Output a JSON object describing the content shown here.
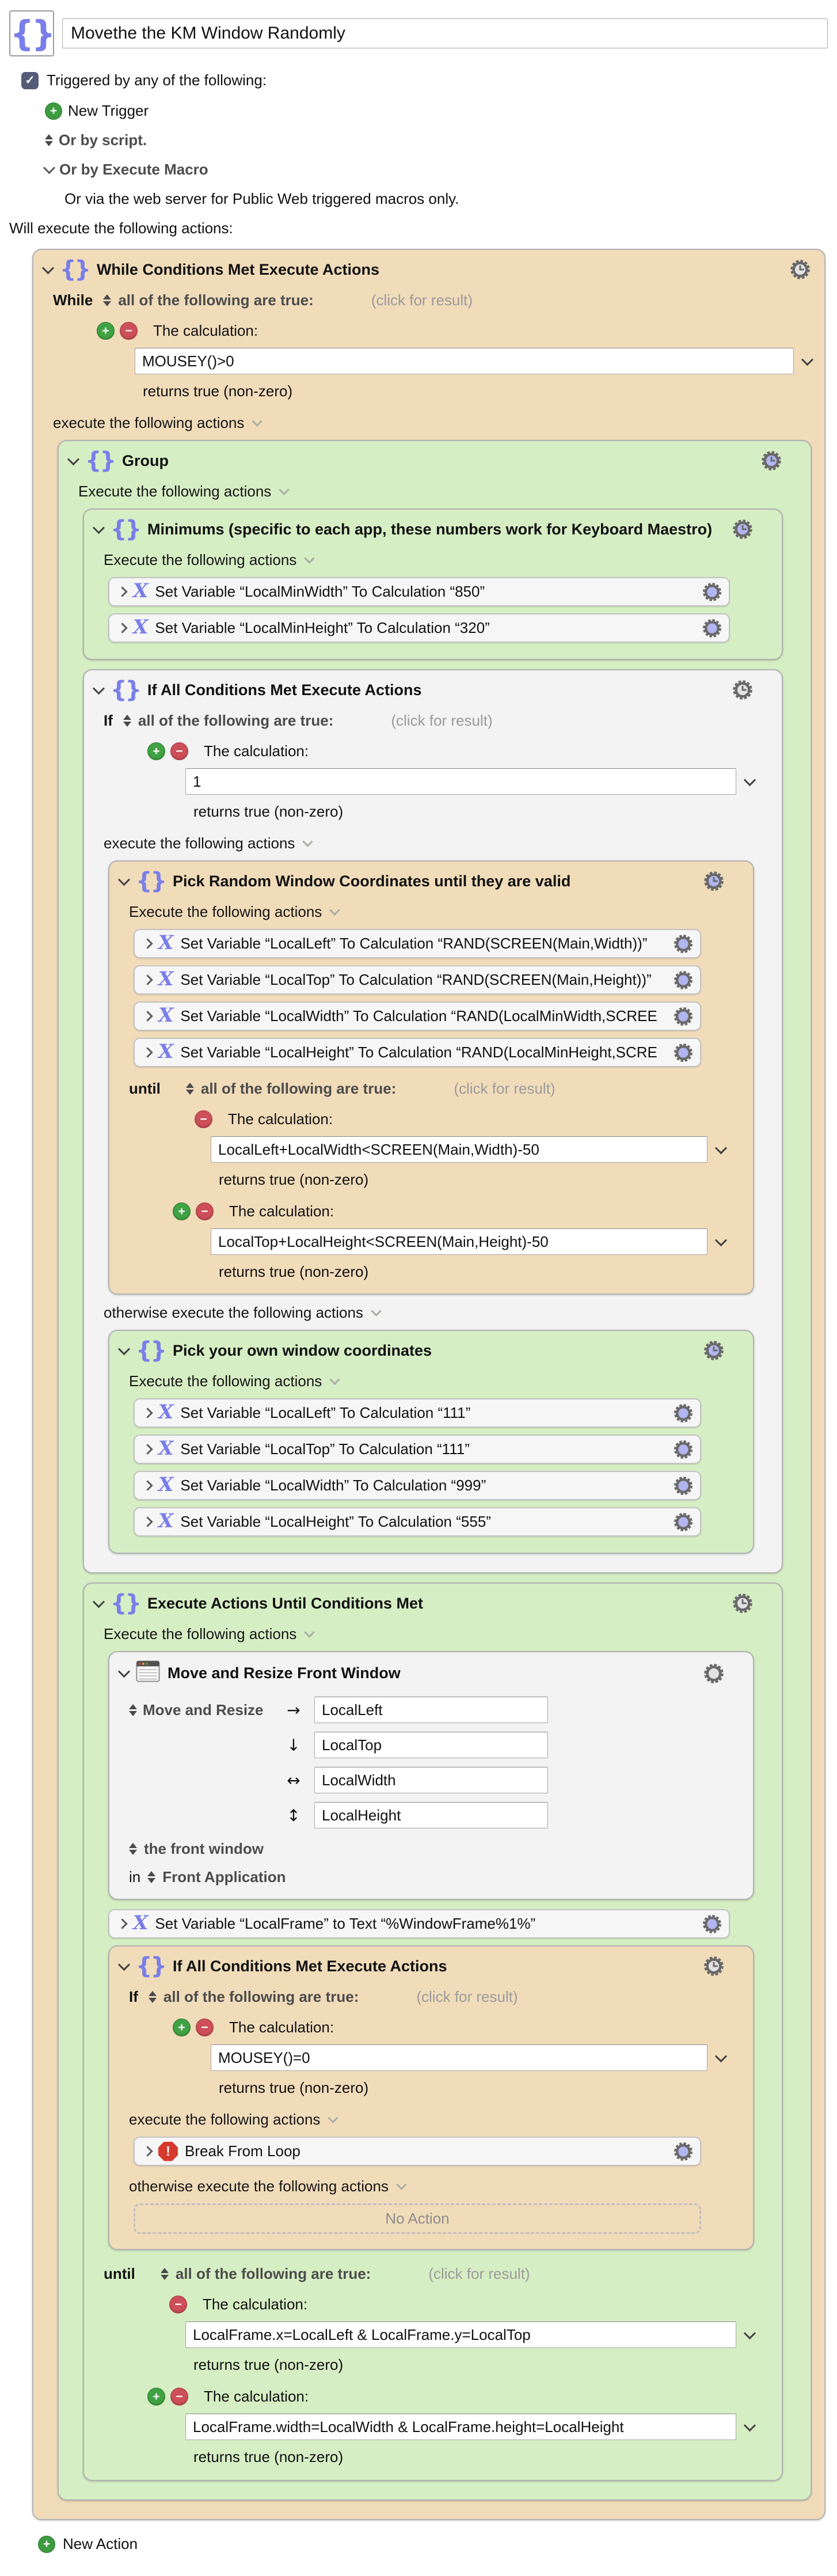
{
  "header": {
    "macro_name": "Movethe the KM Window Randomly",
    "triggered_label": "Triggered by any of the following:",
    "new_trigger_label": "New Trigger",
    "or_by_script_label": "Or by script.",
    "or_by_execute_label": "Or by Execute Macro",
    "web_server_note": "Or via the web server for Public Web triggered macros only.",
    "will_execute_label": "Will execute the following actions:"
  },
  "labels": {
    "while_word": "While",
    "if_word": "If",
    "until_word": "until",
    "in_word": "in",
    "all_true": "all of the following are true:",
    "click_for_result": "(click for result)",
    "the_calculation": "The calculation:",
    "returns_true": "returns true (non-zero)",
    "execute_following_cap": "Execute the following actions",
    "execute_following": "execute the following actions",
    "otherwise_execute": "otherwise execute the following actions",
    "no_action": "No Action"
  },
  "blocks": {
    "while_block": {
      "title": "While Conditions Met Execute Actions",
      "calc": "MOUSEY()>0"
    },
    "group_block": {
      "title": "Group"
    },
    "minimums_block": {
      "title": "Minimums (specific to each app, these numbers work for Keyboard Maestro)",
      "actions": [
        "Set Variable “LocalMinWidth” To Calculation “850”",
        "Set Variable “LocalMinHeight” To Calculation “320”"
      ]
    },
    "if_block_1": {
      "title": "If All Conditions Met Execute Actions",
      "calc": "1"
    },
    "pick_random_block": {
      "title": "Pick Random Window Coordinates until they are valid",
      "actions": [
        "Set Variable “LocalLeft” To Calculation “RAND(SCREEN(Main,Width))”",
        "Set Variable “LocalTop” To Calculation “RAND(SCREEN(Main,Height))”",
        "Set Variable “LocalWidth” To Calculation “RAND(LocalMinWidth,SCREEN…",
        "Set Variable “LocalHeight” To Calculation “RAND(LocalMinHeight,SCREE…"
      ],
      "until_calc_1": "LocalLeft+LocalWidth<SCREEN(Main,Width)-50",
      "until_calc_2": "LocalTop+LocalHeight<SCREEN(Main,Height)-50"
    },
    "pick_own_block": {
      "title": "Pick your own window coordinates",
      "actions": [
        "Set Variable “LocalLeft” To Calculation “111”",
        "Set Variable “LocalTop” To Calculation “111”",
        "Set Variable “LocalWidth” To Calculation “999”",
        "Set Variable “LocalHeight” To Calculation “555”"
      ]
    },
    "execute_until_block": {
      "title": "Execute Actions Until Conditions Met",
      "until_calc_1": "LocalFrame.x=LocalLeft & LocalFrame.y=LocalTop",
      "until_calc_2": "LocalFrame.width=LocalWidth & LocalFrame.height=LocalHeight"
    },
    "move_resize_block": {
      "title": "Move and Resize Front Window",
      "mode_label": "Move and Resize",
      "fields": [
        {
          "arrow": "→",
          "value": "LocalLeft"
        },
        {
          "arrow": "↓",
          "value": "LocalTop"
        },
        {
          "arrow": "↔",
          "value": "LocalWidth"
        },
        {
          "arrow": "↕",
          "value": "LocalHeight"
        }
      ],
      "window_label": "the front window",
      "app_label": "Front Application"
    },
    "set_frame_action": "Set Variable “LocalFrame” to Text “%WindowFrame%1%”",
    "if_block_2": {
      "title": "If All Conditions Met Execute Actions",
      "calc": "MOUSEY()=0",
      "break_label": "Break From Loop"
    }
  },
  "footer": {
    "new_action_label": "New Action"
  },
  "icons": {
    "macro-icon": "purple-braces",
    "gear-icon": "gear-with-clock",
    "variable-icon": "script-x",
    "break-icon": "red-octagon-exclamation",
    "new-item-icon": "green-circle-plus",
    "add-condition-icon": "green-circle-plus",
    "remove-condition-icon": "red-circle-minus",
    "popup-icon": "up-down-chevrons",
    "accent_purple": "#7a7ee8",
    "tan_block": "#f1dcba",
    "green_block": "#d6eec4",
    "gray_block": "#f3f3f3"
  }
}
